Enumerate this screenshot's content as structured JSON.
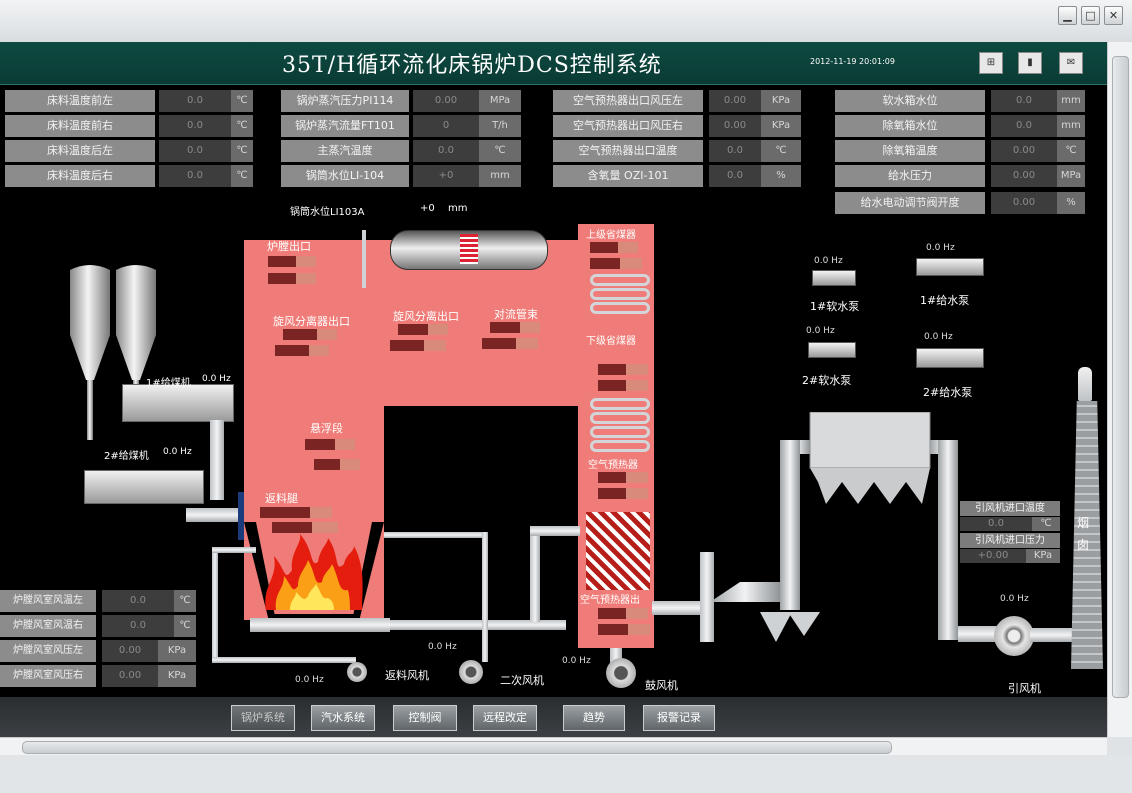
{
  "window": {
    "minimize": "▁",
    "maximize": "□",
    "close": "✕"
  },
  "header": {
    "title": "35T/H循环流化床锅炉DCS控制系统",
    "datetime": "2012-11-19 20:01:09",
    "icon1": "⊞",
    "icon2": "▮",
    "icon3": "✉"
  },
  "panel1": [
    {
      "label": "床料温度前左",
      "value": "0.0",
      "unit": "℃"
    },
    {
      "label": "床料温度前右",
      "value": "0.0",
      "unit": "℃"
    },
    {
      "label": "床料温度后左",
      "value": "0.0",
      "unit": "℃"
    },
    {
      "label": "床料温度后右",
      "value": "0.0",
      "unit": "℃"
    }
  ],
  "panel2": [
    {
      "label": "锅炉蒸汽压力PI114",
      "value": "0.00",
      "unit": "MPa"
    },
    {
      "label": "锅炉蒸汽流量FT101",
      "value": "0",
      "unit": "T/h"
    },
    {
      "label": "主蒸汽温度",
      "value": "0.0",
      "unit": "℃"
    },
    {
      "label": "锅筒水位LI-104",
      "value": "+0",
      "unit": "mm"
    }
  ],
  "panel3": [
    {
      "label": "空气预热器出口风压左",
      "value": "0.00",
      "unit": "KPa"
    },
    {
      "label": "空气预热器出口风压右",
      "value": "0.00",
      "unit": "KPa"
    },
    {
      "label": "空气预热器出口温度",
      "value": "0.0",
      "unit": "℃"
    },
    {
      "label": "含氧量 OZI-101",
      "value": "0.0",
      "unit": "%"
    }
  ],
  "panel4": [
    {
      "label": "软水箱水位",
      "value": "0.0",
      "unit": "mm"
    },
    {
      "label": "除氧箱水位",
      "value": "0.0",
      "unit": "mm"
    },
    {
      "label": "除氧箱温度",
      "value": "0.00",
      "unit": "℃"
    },
    {
      "label": "给水压力",
      "value": "0.00",
      "unit": "MPa"
    },
    {
      "label": "给水电动调节阀开度",
      "value": "0.00",
      "unit": "%"
    }
  ],
  "panel5": [
    {
      "label": "炉膛风室风温左",
      "value": "0.0",
      "unit": "℃"
    },
    {
      "label": "炉膛风室风温右",
      "value": "0.0",
      "unit": "℃"
    },
    {
      "label": "炉膛风室风压左",
      "value": "0.00",
      "unit": "KPa"
    },
    {
      "label": "炉膛风室风压右",
      "value": "0.00",
      "unit": "KPa"
    }
  ],
  "drum_level": {
    "label": "锅筒水位LI103A",
    "value": "+0",
    "unit": "mm"
  },
  "boiler_labels": {
    "furnace_outlet": "炉膛出口",
    "cyclone_left": "旋风分离器出口",
    "cyclone_mid": "旋风分离出口",
    "convection": "对流管束",
    "upper_economizer": "上级省煤器",
    "lower_economizer": "下级省煤器",
    "suspended": "悬浮段",
    "return_leg": "返料腿",
    "air_preheater": "空气预热器",
    "air_preheater_out": "空气预热器出"
  },
  "equipment": {
    "feeder1": "1#给煤机",
    "feeder1_hz": "0.0 Hz",
    "feeder2": "2#给煤机",
    "feeder2_hz": "0.0 Hz",
    "soft_pump1": "1#软水泵",
    "soft_pump1_hz": "0.0 Hz",
    "soft_pump2": "2#软水泵",
    "soft_pump2_hz": "0.0 Hz",
    "feed_pump1": "1#给水泵",
    "feed_pump1_hz": "0.0 Hz",
    "feed_pump2": "2#给水泵",
    "feed_pump2_hz": "0.0 Hz",
    "return_fan": "返料风机",
    "return_fan_hz": "0.0 Hz",
    "secondary_fan": "二次风机",
    "secondary_fan_hz": "0.0 Hz",
    "blower": "鼓风机",
    "blower_hz": "0.0 Hz",
    "id_fan": "引风机",
    "id_fan_hz": "0.0 Hz",
    "chimney": "烟囱"
  },
  "id_fan_panel": [
    {
      "label": "引风机进口温度",
      "value": "0.0",
      "unit": "℃"
    },
    {
      "label": "引风机进口压力",
      "value": "+0.00",
      "unit": "KPa"
    }
  ],
  "nav": [
    "锅炉系统",
    "汽水系统",
    "控制阀",
    "远程改定",
    "趋势",
    "报警记录"
  ],
  "colors": {
    "accent": "#0a3b34",
    "furnace": "#ef7c78",
    "value_bar": "#7a2424"
  }
}
